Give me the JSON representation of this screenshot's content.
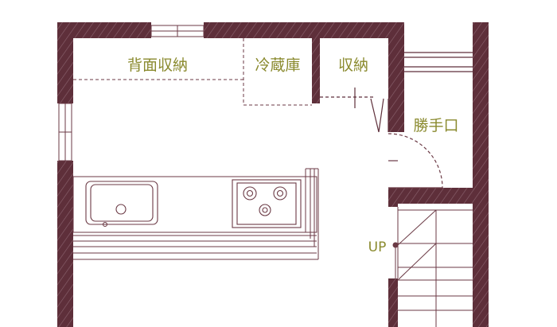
{
  "labels": {
    "back_storage": "背面収納",
    "refrigerator": "冷蔵庫",
    "storage": "収納",
    "service_door": "勝手口",
    "stairs_up": "UP"
  },
  "colors": {
    "wall": "#5e2f3a",
    "wall_texture": "#8c6470",
    "line": "#6b3a45",
    "label": "#8a8a2e",
    "background": "#ffffff"
  }
}
